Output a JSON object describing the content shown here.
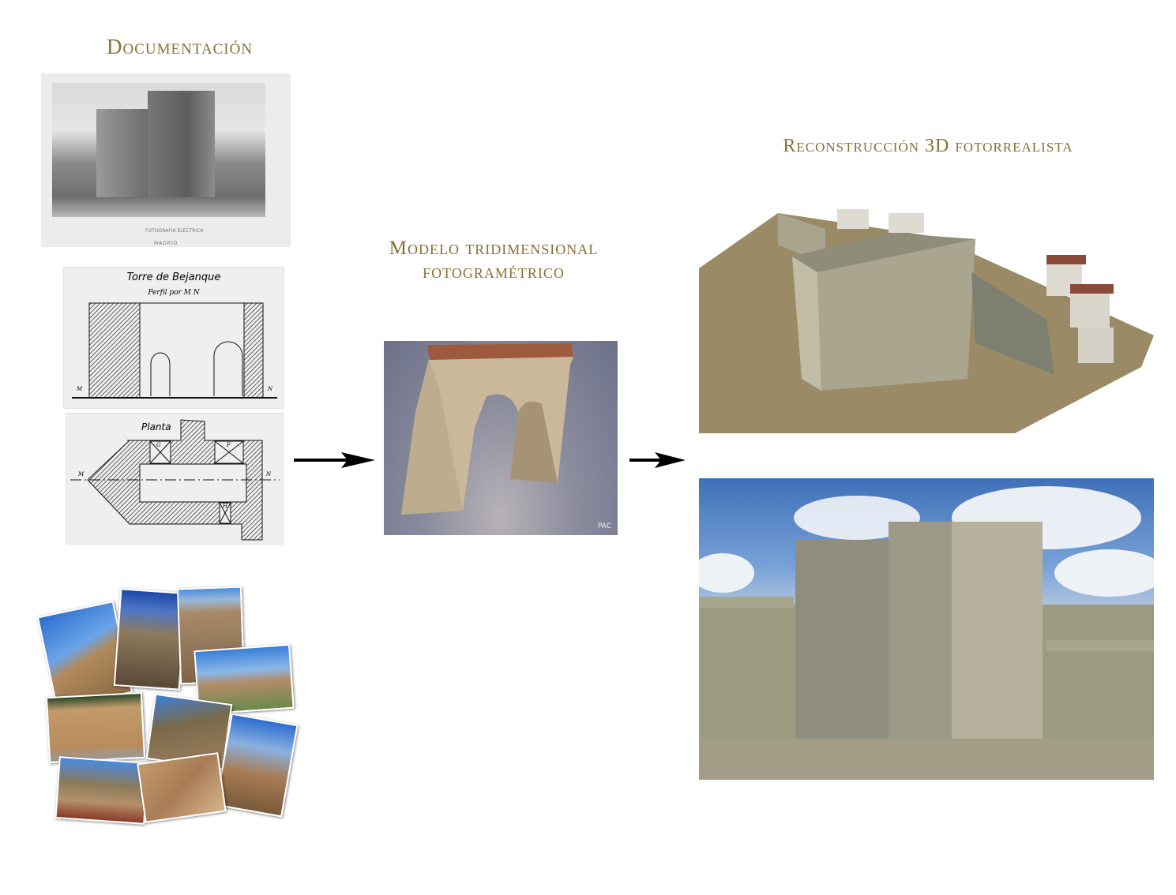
{
  "sections": {
    "documentation": {
      "title": "Documentación"
    },
    "model": {
      "title_line1": "Modelo tridimensional",
      "title_line2": "fotogramétrico"
    },
    "reconstruction": {
      "title": "Reconstrucción 3D fotorrealista"
    }
  },
  "historic_photo": {
    "studio": "FOTOGRAFIA ELECTRICA",
    "city": "MADRID"
  },
  "profile_drawing": {
    "title": "Torre de Bejanque",
    "subtitle": "Perfil por M N",
    "left_mark": "M",
    "right_mark": "N"
  },
  "plan_drawing": {
    "title": "Planta",
    "mark_m": "M",
    "mark_n": "N",
    "room_g": "G",
    "room_f": "F",
    "room_h": "H"
  },
  "model_logo": "PAC",
  "colors": {
    "title": "#8a6f32",
    "arrow": "#000000"
  }
}
